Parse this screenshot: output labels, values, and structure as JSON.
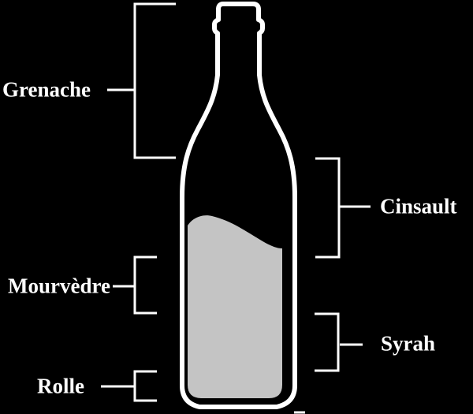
{
  "colors": {
    "background": "#000000",
    "line": "#ffffff",
    "wine_fill": "#c4c4c4",
    "text": "#ffffff"
  },
  "varieties": {
    "left": [
      {
        "name": "Grenache"
      },
      {
        "name": "Mourvèdre"
      },
      {
        "name": "Rolle"
      }
    ],
    "right": [
      {
        "name": "Cinsault"
      },
      {
        "name": "Syrah"
      }
    ]
  }
}
